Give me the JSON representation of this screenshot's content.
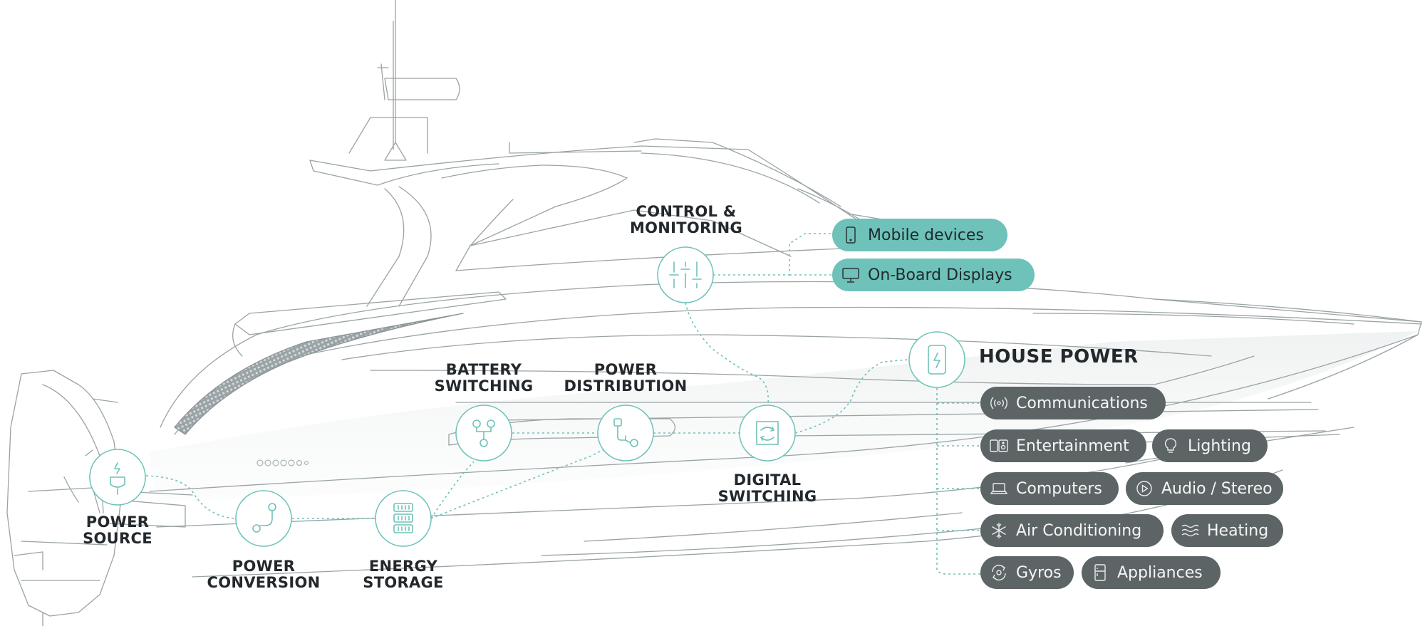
{
  "diagram": {
    "nodes": {
      "power_source": [
        "POWER",
        "SOURCE"
      ],
      "power_conversion": [
        "POWER",
        "CONVERSION"
      ],
      "energy_storage": [
        "ENERGY",
        "STORAGE"
      ],
      "battery_switching": [
        "BATTERY",
        "SWITCHING"
      ],
      "power_distribution": [
        "POWER",
        "DISTRIBUTION"
      ],
      "digital_switching": [
        "DIGITAL",
        "SWITCHING"
      ],
      "control_monitoring": [
        "CONTROL &",
        "MONITORING"
      ]
    },
    "house_power_title": "HOUSE POWER",
    "control_outputs": [
      {
        "label": "Mobile devices",
        "icon": "mobile-icon"
      },
      {
        "label": "On-Board Displays",
        "icon": "monitor-icon"
      }
    ],
    "house_loads": [
      {
        "label": "Communications",
        "icon": "broadcast-icon"
      },
      {
        "label": "Entertainment",
        "icon": "speaker-icon"
      },
      {
        "label": "Lighting",
        "icon": "bulb-icon"
      },
      {
        "label": "Computers",
        "icon": "laptop-icon"
      },
      {
        "label": "Audio / Stereo",
        "icon": "play-icon"
      },
      {
        "label": "Air Conditioning",
        "icon": "snowflake-icon"
      },
      {
        "label": "Heating",
        "icon": "heat-waves-icon"
      },
      {
        "label": "Gyros",
        "icon": "gyro-icon"
      },
      {
        "label": "Appliances",
        "icon": "fridge-icon"
      }
    ],
    "colors": {
      "accent": "#6ec2ba",
      "pill_dark": "#5c6465",
      "line": "#6ec2ba",
      "boat_line": "#9aa3a5",
      "text": "#22282c"
    }
  }
}
